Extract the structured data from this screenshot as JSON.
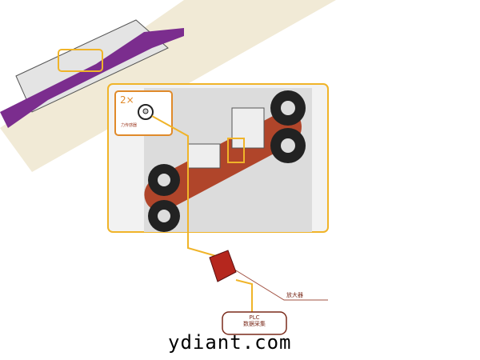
{
  "callouts": {
    "multiplier": "2×",
    "sensor_label": "力传感器",
    "amplifier_label": "放大器",
    "plc_title": "PLC",
    "plc_subtitle": "数据采集"
  },
  "watermark": "ydiant.com",
  "colors": {
    "highlight": "#f0b429",
    "belt": "#b0452a",
    "purple": "#7b2d8e",
    "amplifier": "#b5271e",
    "table": "#f1ead6"
  }
}
